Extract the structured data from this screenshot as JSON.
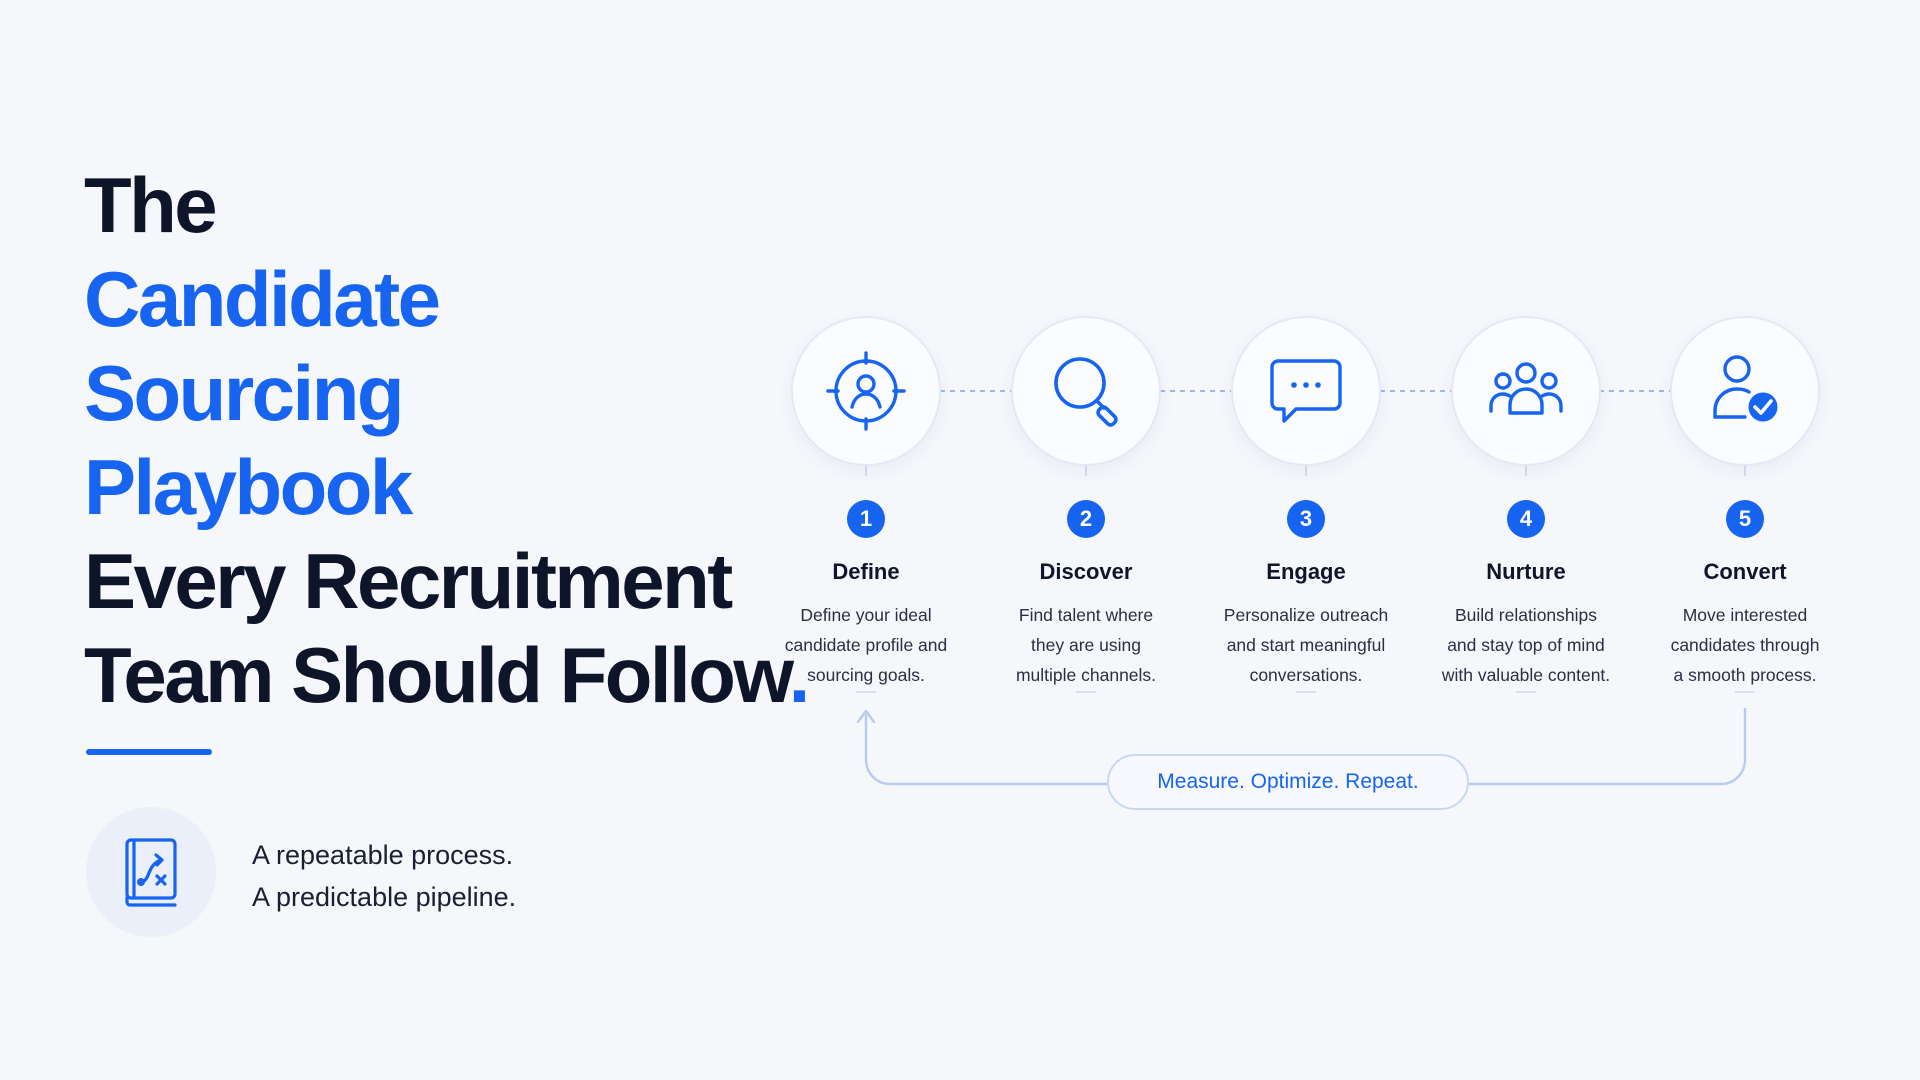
{
  "title": {
    "line1": "The",
    "line2": "Candidate",
    "line3": "Sourcing",
    "line4": "Playbook",
    "line5": "Every Recruitment",
    "line6": "Team Should Follow",
    "line6_end": ".",
    "accent_color": "#1664f0"
  },
  "tagline": {
    "icon": "playbook-strategy-icon",
    "line1": "A repeatable process.",
    "line2": "A predictable pipeline."
  },
  "steps": [
    {
      "number": "1",
      "title": "Define",
      "icon": "target-person-icon",
      "desc": [
        "Define your ideal",
        "candidate profile and",
        "sourcing goals."
      ]
    },
    {
      "number": "2",
      "title": "Discover",
      "icon": "magnifier-icon",
      "desc": [
        "Find talent where",
        "they are using",
        "multiple channels."
      ]
    },
    {
      "number": "3",
      "title": "Engage",
      "icon": "chat-bubble-icon",
      "desc": [
        "Personalize outreach",
        "and start meaningful",
        "conversations."
      ]
    },
    {
      "number": "4",
      "title": "Nurture",
      "icon": "group-icon",
      "desc": [
        "Build relationships",
        "and stay top of mind",
        "with valuable content."
      ]
    },
    {
      "number": "5",
      "title": "Convert",
      "icon": "user-check-icon",
      "desc": [
        "Move interested",
        "candidates through",
        "a smooth process."
      ]
    }
  ],
  "loop": {
    "label": "Measure. Optimize. Repeat."
  }
}
